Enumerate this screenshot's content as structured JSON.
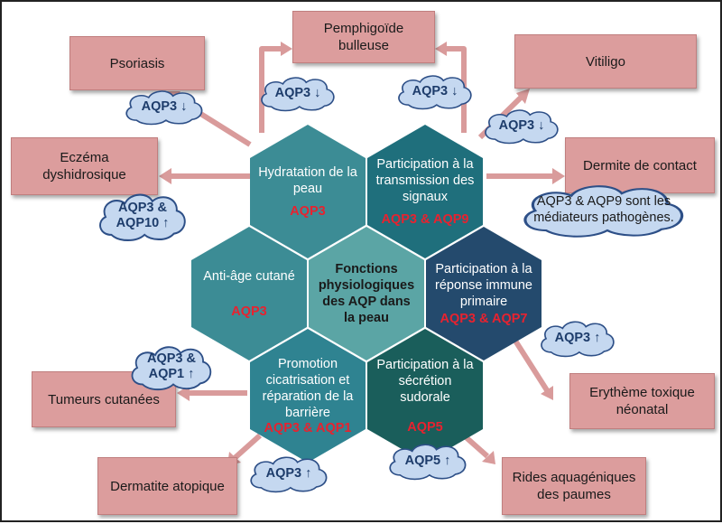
{
  "functions": {
    "center": "Fonctions physiologiques des AQP dans la peau",
    "hydratation": {
      "title": "Hydratation de la peau",
      "aqp": "AQP3"
    },
    "transmission": {
      "title": "Participation à la transmission des signaux",
      "aqp": "AQP3 & AQP9"
    },
    "anti_age": {
      "title": "Anti-âge cutané",
      "aqp": "AQP3"
    },
    "immune": {
      "title": "Participation à la réponse immune primaire",
      "aqp": "AQP3 & AQP7"
    },
    "cicatrisation": {
      "title": "Promotion cicatrisation et réparation de la barrière",
      "aqp": "AQP3 & AQP1"
    },
    "sudorale": {
      "title": "Participation à la sécrétion sudorale",
      "aqp": "AQP5"
    }
  },
  "diseases": {
    "pemphigoide": "Pemphigoïde bulleuse",
    "psoriasis": "Psoriasis",
    "vitiligo": "Vitiligo",
    "eczema": "Eczéma dyshidrosique",
    "dermite_contact": "Dermite de contact",
    "tumeurs": "Tumeurs cutanées",
    "erytheme": "Erythème toxique néonatal",
    "dermatite": "Dermatite atopique",
    "rides": "Rides aquagéniques des paumes"
  },
  "clouds": {
    "psoriasis": "AQP3 ↓",
    "pemphigoide_left": "AQP3 ↓",
    "pemphigoide_right": "AQP3 ↓",
    "vitiligo": "AQP3 ↓",
    "eczema": "AQP3 & AQP10 ↑",
    "dermite_contact": "AQP3 & AQP9 sont les médiateurs pathogènes.",
    "tumeurs": "AQP3 & AQP1 ↑",
    "erytheme": "AQP3 ↑",
    "dermatite": "AQP3 ↑",
    "rides": "AQP5 ↑"
  },
  "colors": {
    "disease_box": "#dc9d9d",
    "arrow": "#d99b9b",
    "cloud_fill": "#c5d8f0",
    "cloud_text": "#1d3c6b",
    "aqp_label": "#e8222f",
    "hex_teal": "#3c8c95",
    "hex_dark_teal": "#1f6f7c",
    "hex_center": "#5ba5a5",
    "hex_navy": "#244a6d",
    "hex_deep_green": "#1a5e5b"
  }
}
